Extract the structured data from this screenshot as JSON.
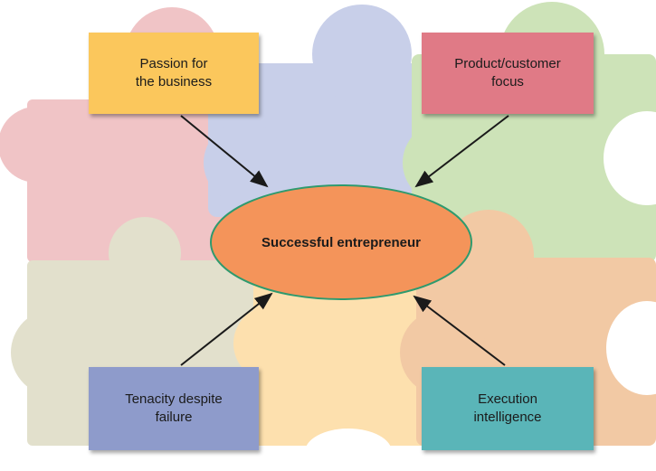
{
  "center": {
    "label": "Successful entrepreneur",
    "fill": "#f4945a",
    "stroke": "#2e9a6e"
  },
  "factors": [
    {
      "label": "Passion for\nthe business",
      "fill": "#fbc75c"
    },
    {
      "label": "Product/customer\nfocus",
      "fill": "#e07a86"
    },
    {
      "label": "Tenacity despite\nfailure",
      "fill": "#8e9bcb"
    },
    {
      "label": "Execution\nintelligence",
      "fill": "#5ab5b8"
    }
  ],
  "background": {
    "puzzle_colors": {
      "top_left": "#f0c4c6",
      "top_center": "#c8cfe9",
      "top_right": "#cde3b8",
      "bottom_left": "#e2e0cc",
      "bottom_center": "#fde0ae",
      "bottom_right": "#f2c9a4"
    }
  }
}
